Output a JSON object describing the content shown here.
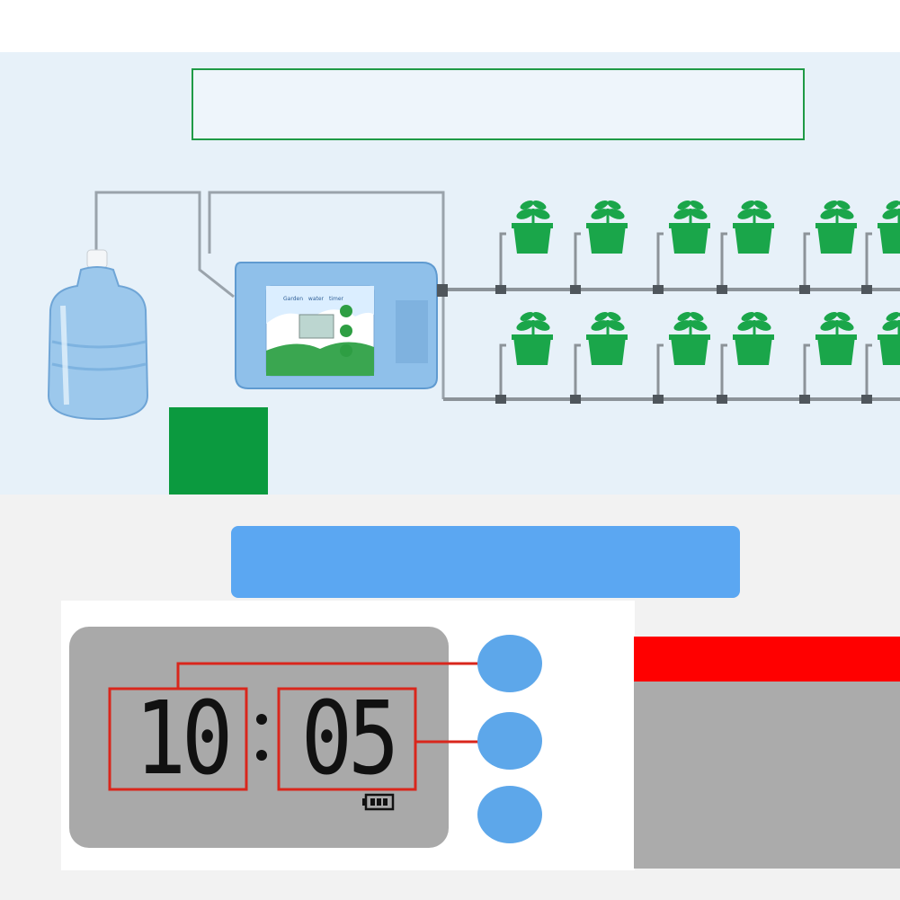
{
  "timer_device": {
    "label_line1": "Garden",
    "label_line2": "water",
    "label_line3": "timer"
  },
  "lcd": {
    "hours": "10",
    "minutes": "05"
  },
  "colors": {
    "diagram_bg": "#e7f1f9",
    "title_border": "#1f9a46",
    "banner": "#5ba7f2",
    "lcd_panel": "#a9a9a9",
    "red_highlight": "#d9261c",
    "button": "#5da7ea",
    "plant_green": "#1aa64a",
    "label_green": "#0b9a3f"
  },
  "icons": [
    "water-bottle-icon",
    "timer-device-icon",
    "plant-pot-icon",
    "battery-icon"
  ]
}
